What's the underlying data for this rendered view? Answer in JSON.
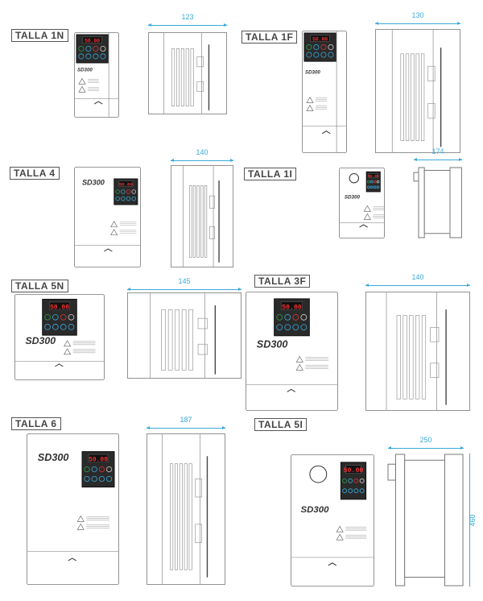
{
  "brand_text": "SD300",
  "display_value": "50.00",
  "accent_color": "#3aa9d8",
  "sizes": [
    {
      "label": "TALLA 1N",
      "width_dim": "123"
    },
    {
      "label": "TALLA 1F",
      "width_dim": "130"
    },
    {
      "label": "TALLA 4",
      "width_dim": "140"
    },
    {
      "label": "TALLA 1I",
      "width_dim": "174"
    },
    {
      "label": "TALLA 5N",
      "width_dim": "145"
    },
    {
      "label": "TALLA 3F",
      "width_dim": "140"
    },
    {
      "label": "TALLA 6",
      "width_dim": "187"
    },
    {
      "label": "TALLA 5I",
      "width_dim": "250",
      "height_dim": "460"
    }
  ]
}
